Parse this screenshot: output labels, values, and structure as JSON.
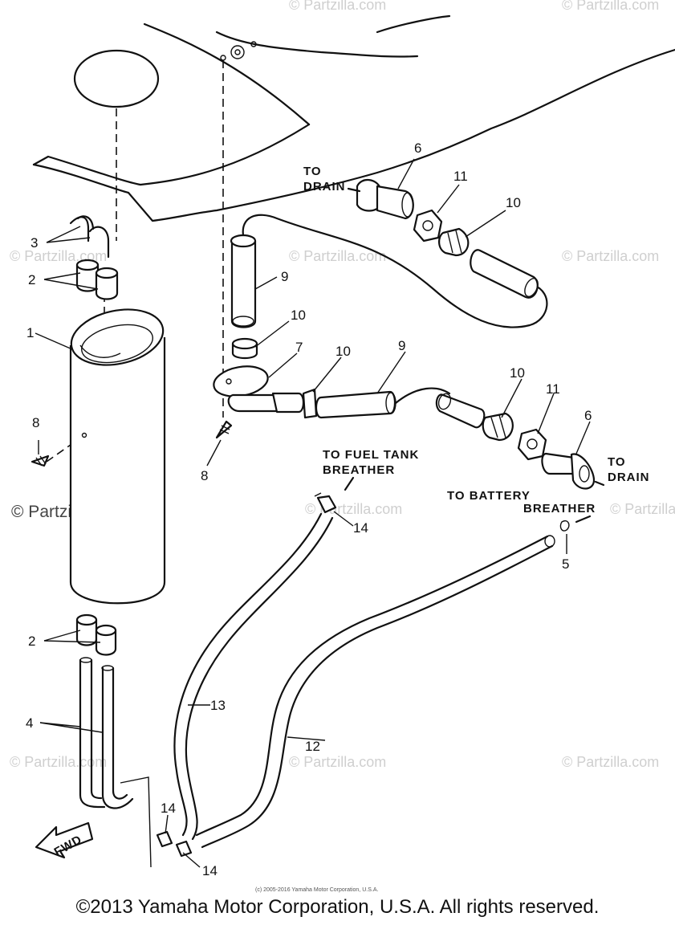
{
  "watermarks": [
    "© Partzilla.com",
    "© Partzilla.com",
    "© Partzilla.com",
    "© Partzilla.com",
    "© Partzilla.com",
    "© Partzilla.com",
    "© Partzilla.com",
    "© Partzilla.com",
    "© Partzilla.com",
    "© Partzilla.com"
  ],
  "main_watermark": "© Partzilla.com",
  "labels": {
    "to_drain_1a": "TO",
    "to_drain_1b": "DRAIN",
    "to_drain_2a": "TO",
    "to_drain_2b": "DRAIN",
    "fuel_tank_a": "TO FUEL TANK",
    "fuel_tank_b": "BREATHER",
    "battery_a": "TO BATTERY",
    "battery_b": "BREATHER",
    "fwd": "FWD"
  },
  "callouts": {
    "p1": "1",
    "p2a": "2",
    "p2b": "2",
    "p3": "3",
    "p4": "4",
    "p5": "5",
    "p6a": "6",
    "p6b": "6",
    "p7": "7",
    "p8a": "8",
    "p8b": "8",
    "p9a": "9",
    "p9b": "9",
    "p10a": "10",
    "p10b": "10",
    "p10c": "10",
    "p10d": "10",
    "p11a": "11",
    "p11b": "11",
    "p12": "12",
    "p13": "13",
    "p14a": "14",
    "p14b": "14",
    "p14c": "14"
  },
  "small_print": "(c) 2005-2016 Yamaha Motor Corporation, U.S.A.",
  "copyright": "©2013 Yamaha Motor Corporation, U.S.A. All rights reserved."
}
